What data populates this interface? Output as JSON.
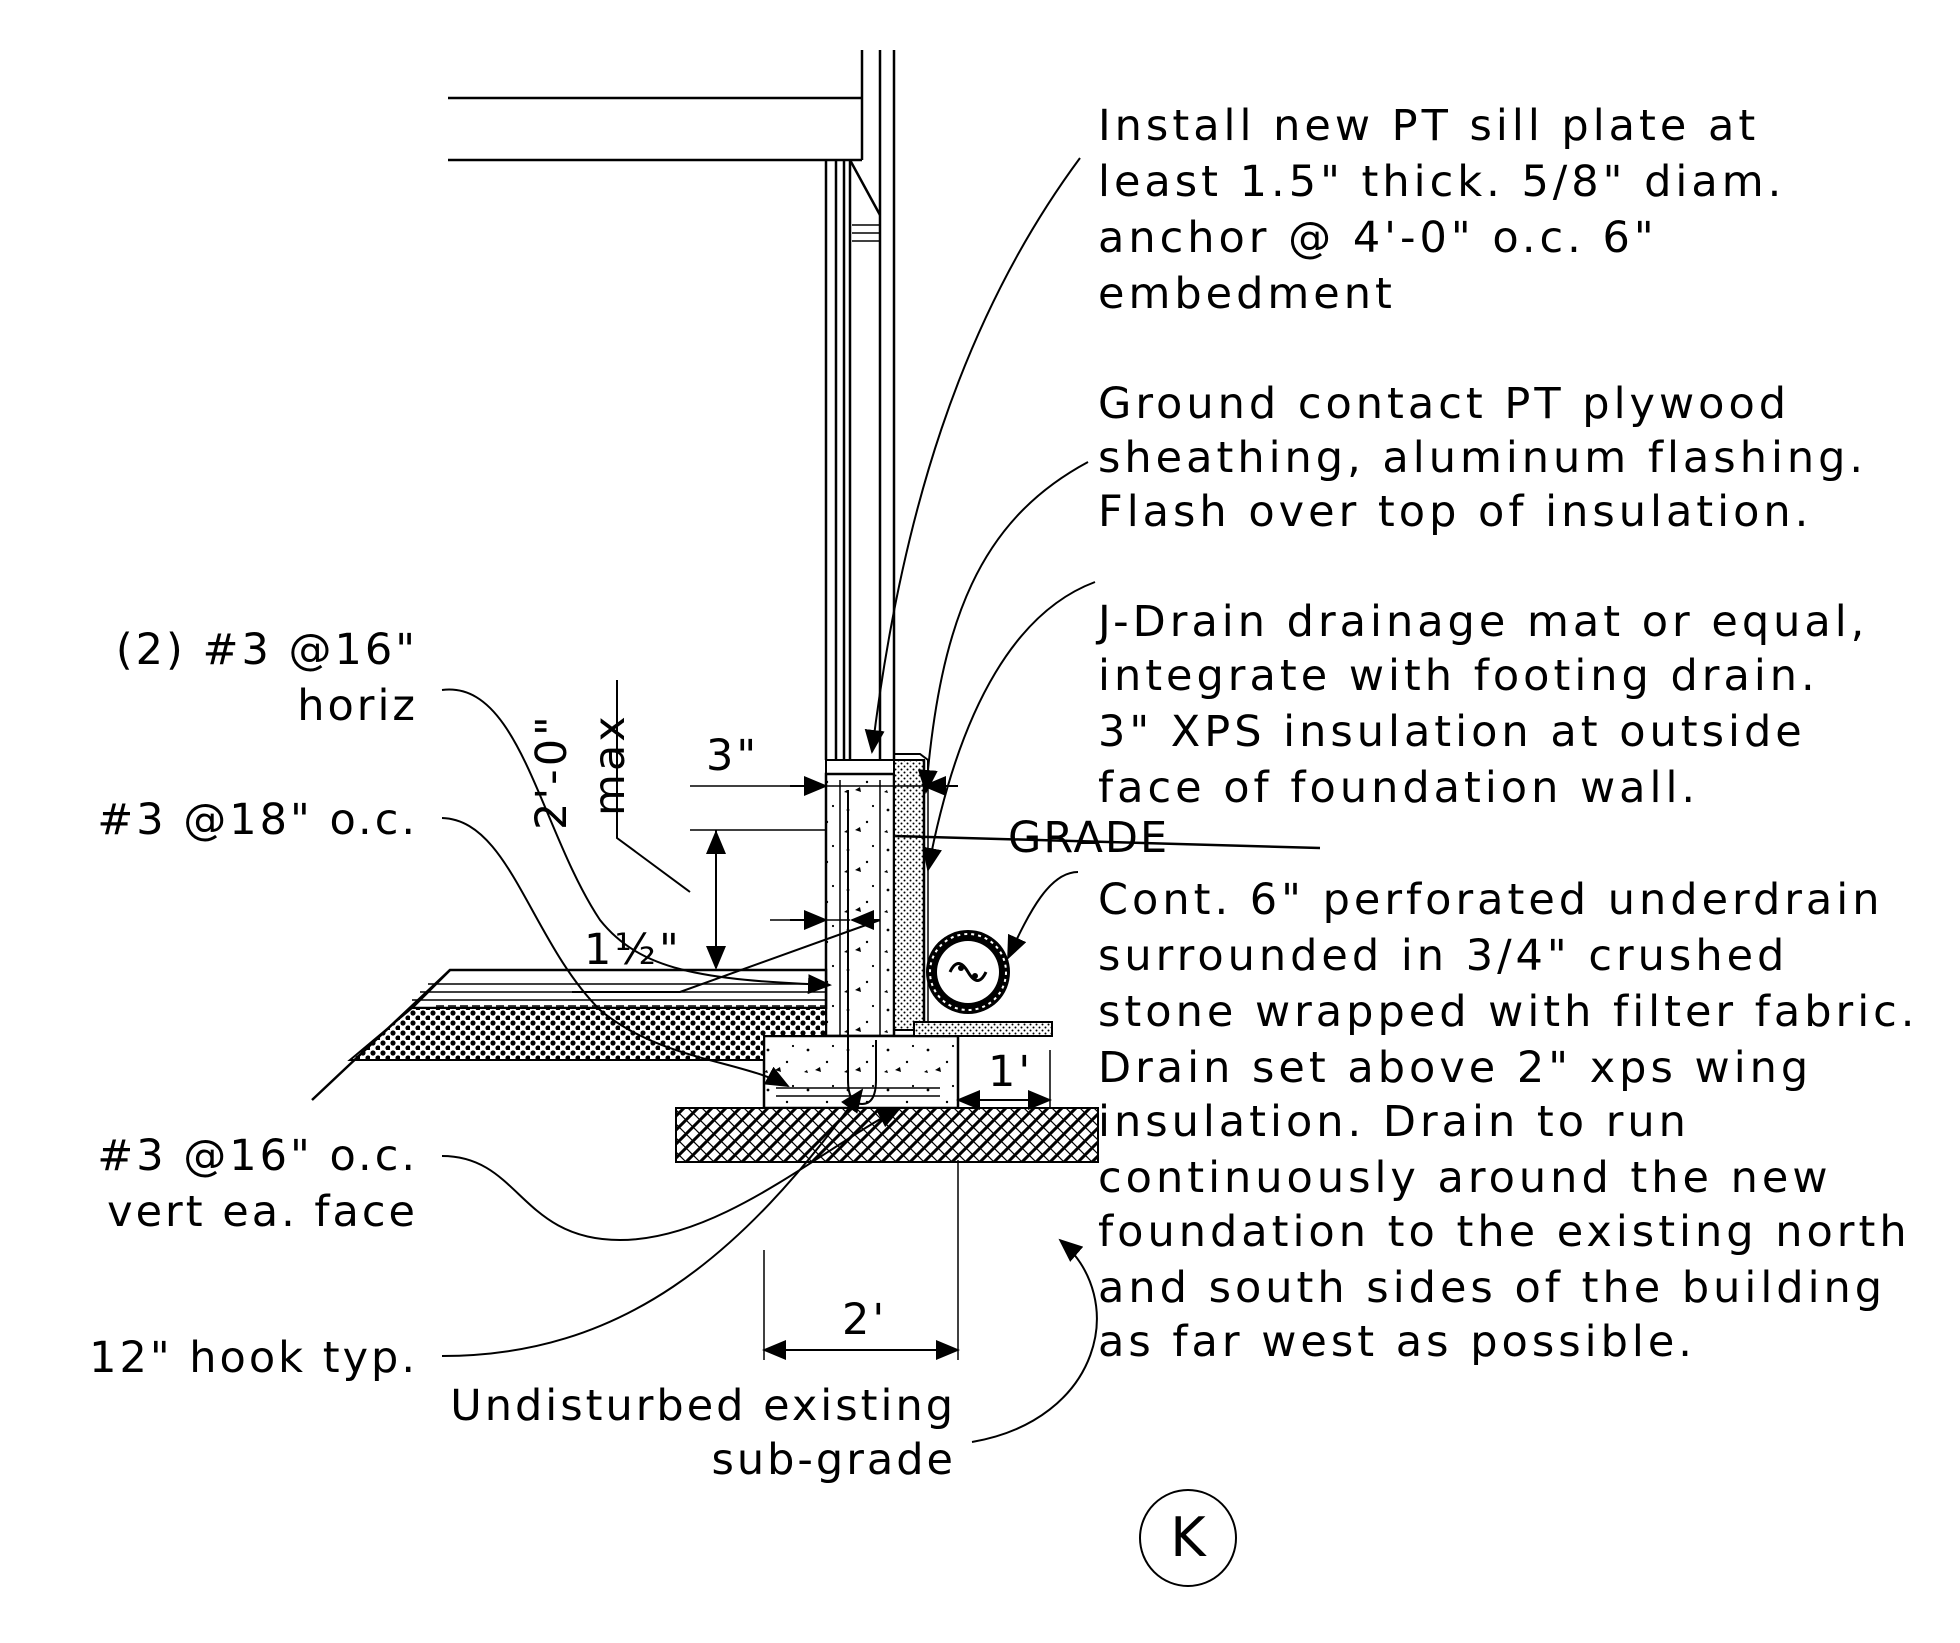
{
  "notes": {
    "sill_plate": [
      "Install new PT sill plate at",
      "least 1.5\" thick. 5/8\" diam.",
      "anchor @ 4'-0\" o.c. 6\"",
      "embedment"
    ],
    "sheathing": [
      "Ground contact PT plywood",
      "sheathing, aluminum flashing.",
      "Flash over top of insulation."
    ],
    "drain_mat": [
      "J-Drain drainage mat or equal,",
      "integrate with footing drain.",
      "3\" XPS insulation at outside",
      "face of foundation wall."
    ],
    "underdrain": [
      "Cont. 6\" perforated underdrain",
      "surrounded in 3/4\" crushed",
      "stone wrapped with filter fabric.",
      "Drain set above 2\" xps wing",
      "insulation.  Drain to run",
      "continuously around the new",
      "foundation to the existing north",
      "and south sides of the building",
      "as far west as possible."
    ]
  },
  "left_labels": {
    "horiz_rebar": [
      "(2) #3 @16\"",
      "horiz"
    ],
    "dowel_rebar": "#3 @18\" o.c.",
    "vert_rebar": [
      "#3 @16\" o.c.",
      "vert ea. face"
    ],
    "hook": "12\" hook typ."
  },
  "dimensions": {
    "height_max": [
      "2'-0\"",
      "max"
    ],
    "wall_width": "3\"",
    "slab_offset": "1½\"",
    "wing": "1'",
    "footing_width": "2'"
  },
  "grade_label": "GRADE",
  "subgrade_label": [
    "Undisturbed existing",
    "sub-grade"
  ],
  "detail_mark": "K"
}
